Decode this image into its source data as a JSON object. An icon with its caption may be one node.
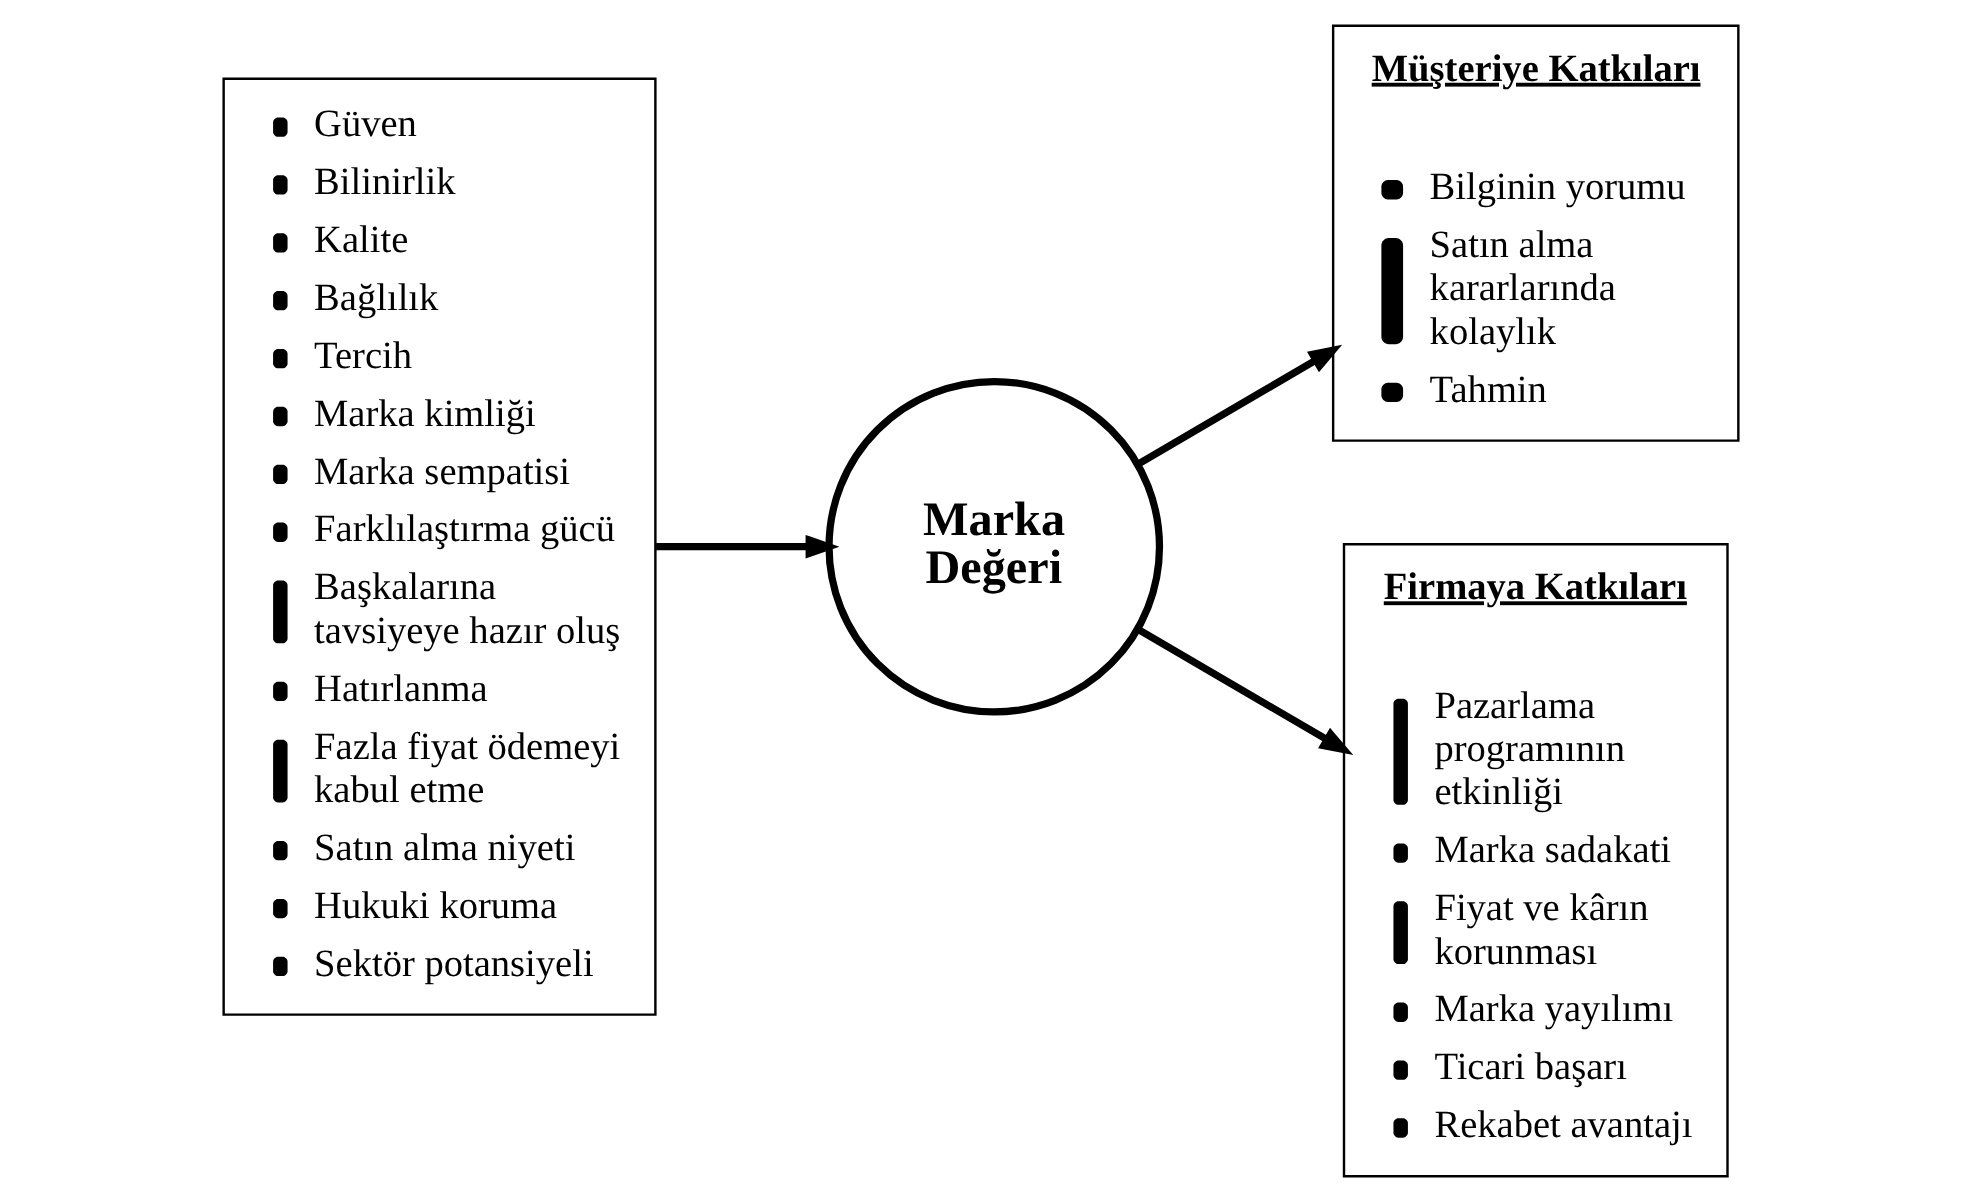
{
  "diagram": {
    "nodes": [
      {
        "text": [
          "Güven",
          "Bilinirlik",
          "Kalite",
          "Bağlılık",
          "Tercih",
          "Marka kimliği",
          "Marka sempatisi",
          "Farklılaştırma gücü",
          "Başkalarına tavsiyeye hazır oluş",
          "Hatırlanma",
          "Fazla fiyat ödemeyi kabul etme",
          "Satın alma niyeti",
          "Hukuki koruma",
          "Sektör potansiyeli"
        ]
      },
      {
        "text": [
          "Marka Değeri"
        ]
      },
      {
        "text": [
          "Müşteriye Katkıları",
          "Bilginin yorumu",
          "Satın alma kararlarında kolaylık",
          "Tahmin"
        ]
      },
      {
        "text": [
          "Firmaya Katkıları",
          "Pazarlama programının etkinliği",
          "Marka sadakati",
          "Fiyat ve kârın korunması",
          "Marka yayılımı",
          "Ticari başarı",
          "Rekabet avantajı"
        ]
      }
    ],
    "edges": [
      {
        "from": 0,
        "to": 1,
        "arrow": "to"
      },
      {
        "from": 1,
        "to": 2,
        "arrow": "to"
      },
      {
        "from": 1,
        "to": 3,
        "arrow": "to"
      }
    ]
  }
}
